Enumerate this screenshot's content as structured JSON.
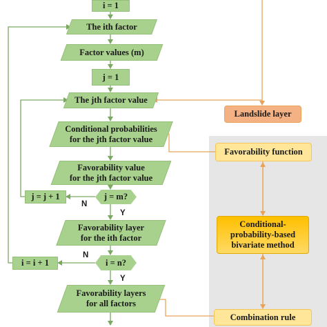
{
  "flow": {
    "init_i": "i = 1",
    "ith_factor": "The ith factor",
    "factor_values": "Factor values (m)",
    "init_j": "j = 1",
    "jth_factor_value": "The jth factor value",
    "cond_prob_1": "Conditional probabilities",
    "cond_prob_2": "for the jth factor value",
    "fav_value_1": "Favorability value",
    "fav_value_2": "for the jth factor value",
    "incr_j": "j = j + 1",
    "check_j": "j = m?",
    "fav_layer_1": "Favorability layer",
    "fav_layer_2": "for the ith factor",
    "incr_i": "i = i + 1",
    "check_i": "i = n?",
    "fav_layers_1": "Favorability layers",
    "fav_layers_2": "for all factors"
  },
  "branch_labels": {
    "no_j": "N",
    "yes_j": "Y",
    "no_i": "N",
    "yes_i": "Y"
  },
  "right_panel": {
    "landslide_layer": "Landslide layer",
    "favorability_function": "Favorability function",
    "method_1": "Conditional-",
    "method_2": "probability-based",
    "method_3": "bivariate method",
    "combination_rule": "Combination rule"
  },
  "colors": {
    "green_fill": "#a9d18e",
    "line_green": "#7aa860",
    "orange_fill": "#f4b183",
    "orange_line": "#e8a35a",
    "yellow_fill": "#ffd966",
    "gold_fill": "#ffc000"
  }
}
